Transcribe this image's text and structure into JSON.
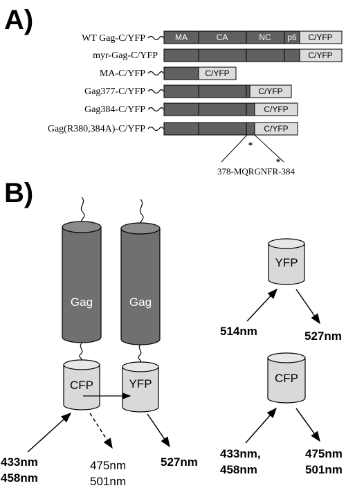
{
  "panel_a": {
    "label": "A)",
    "constructs": [
      {
        "name": "WT Gag-C/YFP"
      },
      {
        "name": "myr-Gag-C/YFP"
      },
      {
        "name": "MA-C/YFP"
      },
      {
        "name": "Gag377-C/YFP"
      },
      {
        "name": "Gag384-C/YFP"
      },
      {
        "name": "Gag(R380,384A)-C/YFP"
      }
    ],
    "segments": {
      "ma": "MA",
      "ca": "CA",
      "nc": "NC",
      "p6": "p6",
      "fp": "C/YFP"
    },
    "star": "*",
    "sequence_label": "378-MQRGNFR-384"
  },
  "panel_b": {
    "label": "B)",
    "gag_label": "Gag",
    "cfp_label": "CFP",
    "yfp_label": "YFP",
    "left": {
      "excitation": [
        "433nm",
        "458nm"
      ],
      "cfp_emission": [
        "475nm",
        "501nm"
      ],
      "yfp_emission": "527nm"
    },
    "right_yfp": {
      "excitation": "514nm",
      "emission": "527nm"
    },
    "right_cfp": {
      "excitation": [
        "433nm,",
        "458nm"
      ],
      "emission": [
        "475nm",
        "501nm"
      ]
    }
  },
  "colors": {
    "dark_segment": "#606060",
    "light_segment": "#dcdcdc",
    "gag_cylinder": "#707070",
    "fp_cylinder": "#d9d9d9"
  }
}
